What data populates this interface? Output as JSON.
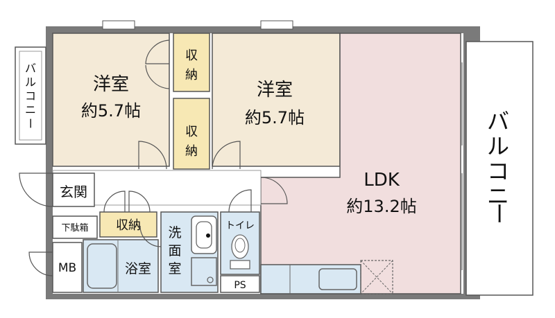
{
  "rooms": {
    "western_room_1": {
      "name": "洋室",
      "size": "約5.7帖"
    },
    "western_room_2": {
      "name": "洋室",
      "size": "約5.7帖"
    },
    "ldk": {
      "name": "LDK",
      "size": "約13.2帖"
    },
    "storage_1": {
      "line1": "収",
      "line2": "納"
    },
    "storage_2": {
      "line1": "収",
      "line2": "納"
    },
    "storage_hall": "収納",
    "entrance": "玄関",
    "shoe_box": "下駄箱",
    "mb": "MB",
    "bath": "浴室",
    "washroom": {
      "line1": "洗",
      "line2": "面",
      "line3": "室"
    },
    "toilet": "トイレ",
    "ps": "PS"
  },
  "balconies": {
    "left": {
      "chars": [
        "バ",
        "ル",
        "コ",
        "ニ",
        "ー"
      ]
    },
    "right": {
      "chars": [
        "バ",
        "ル",
        "コ",
        "ニ",
        "ー"
      ]
    }
  },
  "colors": {
    "western_room": "#f4ead7",
    "ldk": "#f1dede",
    "storage": "#f7e8b4",
    "wet_area": "#d9e8f3",
    "wall": "#7a7a7a"
  }
}
